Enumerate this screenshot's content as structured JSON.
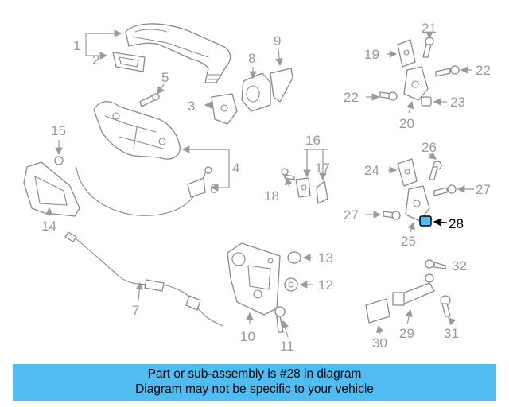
{
  "callouts": {
    "c1": "1",
    "c2": "2",
    "c3": "3",
    "c4": "4",
    "c5": "5",
    "c6": "6",
    "c7": "7",
    "c8": "8",
    "c9": "9",
    "c10": "10",
    "c11": "11",
    "c12": "12",
    "c13": "13",
    "c14": "14",
    "c15": "15",
    "c16": "16",
    "c17": "17",
    "c18": "18",
    "c19": "19",
    "c20": "20",
    "c21": "21",
    "c22a": "22",
    "c22b": "22",
    "c23": "23",
    "c24": "24",
    "c25": "25",
    "c26": "26",
    "c27a": "27",
    "c27b": "27",
    "c28": "28",
    "c29": "29",
    "c30": "30",
    "c31": "31",
    "c32": "32"
  },
  "highlight": {
    "part": "28",
    "color": "#4fbdf1"
  },
  "banner": {
    "line1": "Part or sub-assembly is #28 in diagram",
    "line2": "Diagram may not be specific to your vehicle",
    "color": "#4fbdf1"
  }
}
